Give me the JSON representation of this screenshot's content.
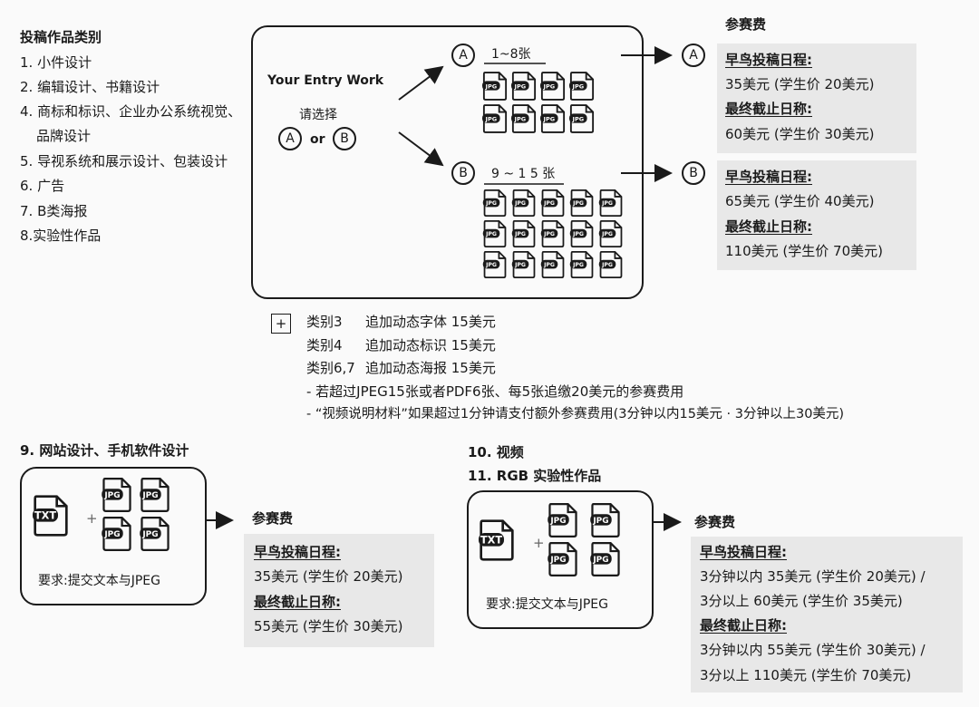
{
  "categories": {
    "title": "投稿作品类别",
    "items": [
      "1. 小件设计",
      "2. 编辑设计、书籍设计",
      "4. 商标和标识、企业办公系统视觉、",
      "品牌设计",
      "5. 导视系统和展示设计、包装设计",
      "6. 广告",
      "7. B类海报",
      "8.实验性作品"
    ]
  },
  "entry": {
    "title": "Your Entry Work",
    "select_label": "请选择",
    "option_a": "A",
    "option_or": "or",
    "option_b": "B"
  },
  "option_a": {
    "letter": "A",
    "range_label": "1~8张",
    "file_count": 8,
    "file_label": "JPG"
  },
  "option_b": {
    "letter": "B",
    "range_label": "9 ~ 1 5 张",
    "file_count": 15,
    "file_label": "JPG"
  },
  "fees_top": {
    "title": "参赛费",
    "a": {
      "letter": "A",
      "early_label": "早鸟投稿日程:",
      "early_fee": "35美元 (学生价 20美元)",
      "final_label": "最终截止日称:",
      "final_fee": "60美元 (学生价 30美元)"
    },
    "b": {
      "letter": "B",
      "early_label": "早鸟投稿日程:",
      "early_fee": "65美元 (学生价 40美元)",
      "final_label": "最终截止日称:",
      "final_fee": "110美元 (学生价 70美元)"
    }
  },
  "addons": {
    "plus": "+",
    "rows": [
      {
        "cat": "类别3",
        "desc": "追加动态字体 15美元"
      },
      {
        "cat": "类别4",
        "desc": "追加动态标识 15美元"
      },
      {
        "cat": "类别6,7",
        "desc": "追加动态海报 15美元"
      }
    ],
    "notes": [
      "- 若超过JPEG15张或者PDF6张、每5张追缴20美元的参赛费用",
      "- “视频说明材料”如果超过1分钟请支付额外参赛费用(3分钟以内15美元 · 3分钟以上30美元)"
    ]
  },
  "section9": {
    "title": "9. 网站设计、手机软件设计",
    "txt_label": "TXT",
    "plus": "+",
    "jpg_label": "JPG",
    "jpg_count": 4,
    "requirement": "要求:提交文本与JPEG",
    "fee_title": "参赛费",
    "early_label": "早鸟投稿日程:",
    "early_fee": "35美元 (学生价 20美元)",
    "final_label": "最终截止日称:",
    "final_fee": "55美元 (学生价 30美元)"
  },
  "section10": {
    "title_a": "10. 视频",
    "title_b": "11. RGB 实验性作品",
    "txt_label": "TXT",
    "plus": "+",
    "jpg_label": "JPG",
    "jpg_count": 4,
    "requirement": "要求:提交文本与JPEG",
    "fee_title": "参赛费",
    "early_label": "早鸟投稿日程:",
    "early_fee_1": "3分钟以内 35美元 (学生价 20美元) /",
    "early_fee_2": "3分以上 60美元 (学生价 35美元)",
    "final_label": "最终截止日称:",
    "final_fee_1": "3分钟以内 55美元 (学生价 30美元) /",
    "final_fee_2": "3分以上 110美元 (学生价 70美元)"
  }
}
